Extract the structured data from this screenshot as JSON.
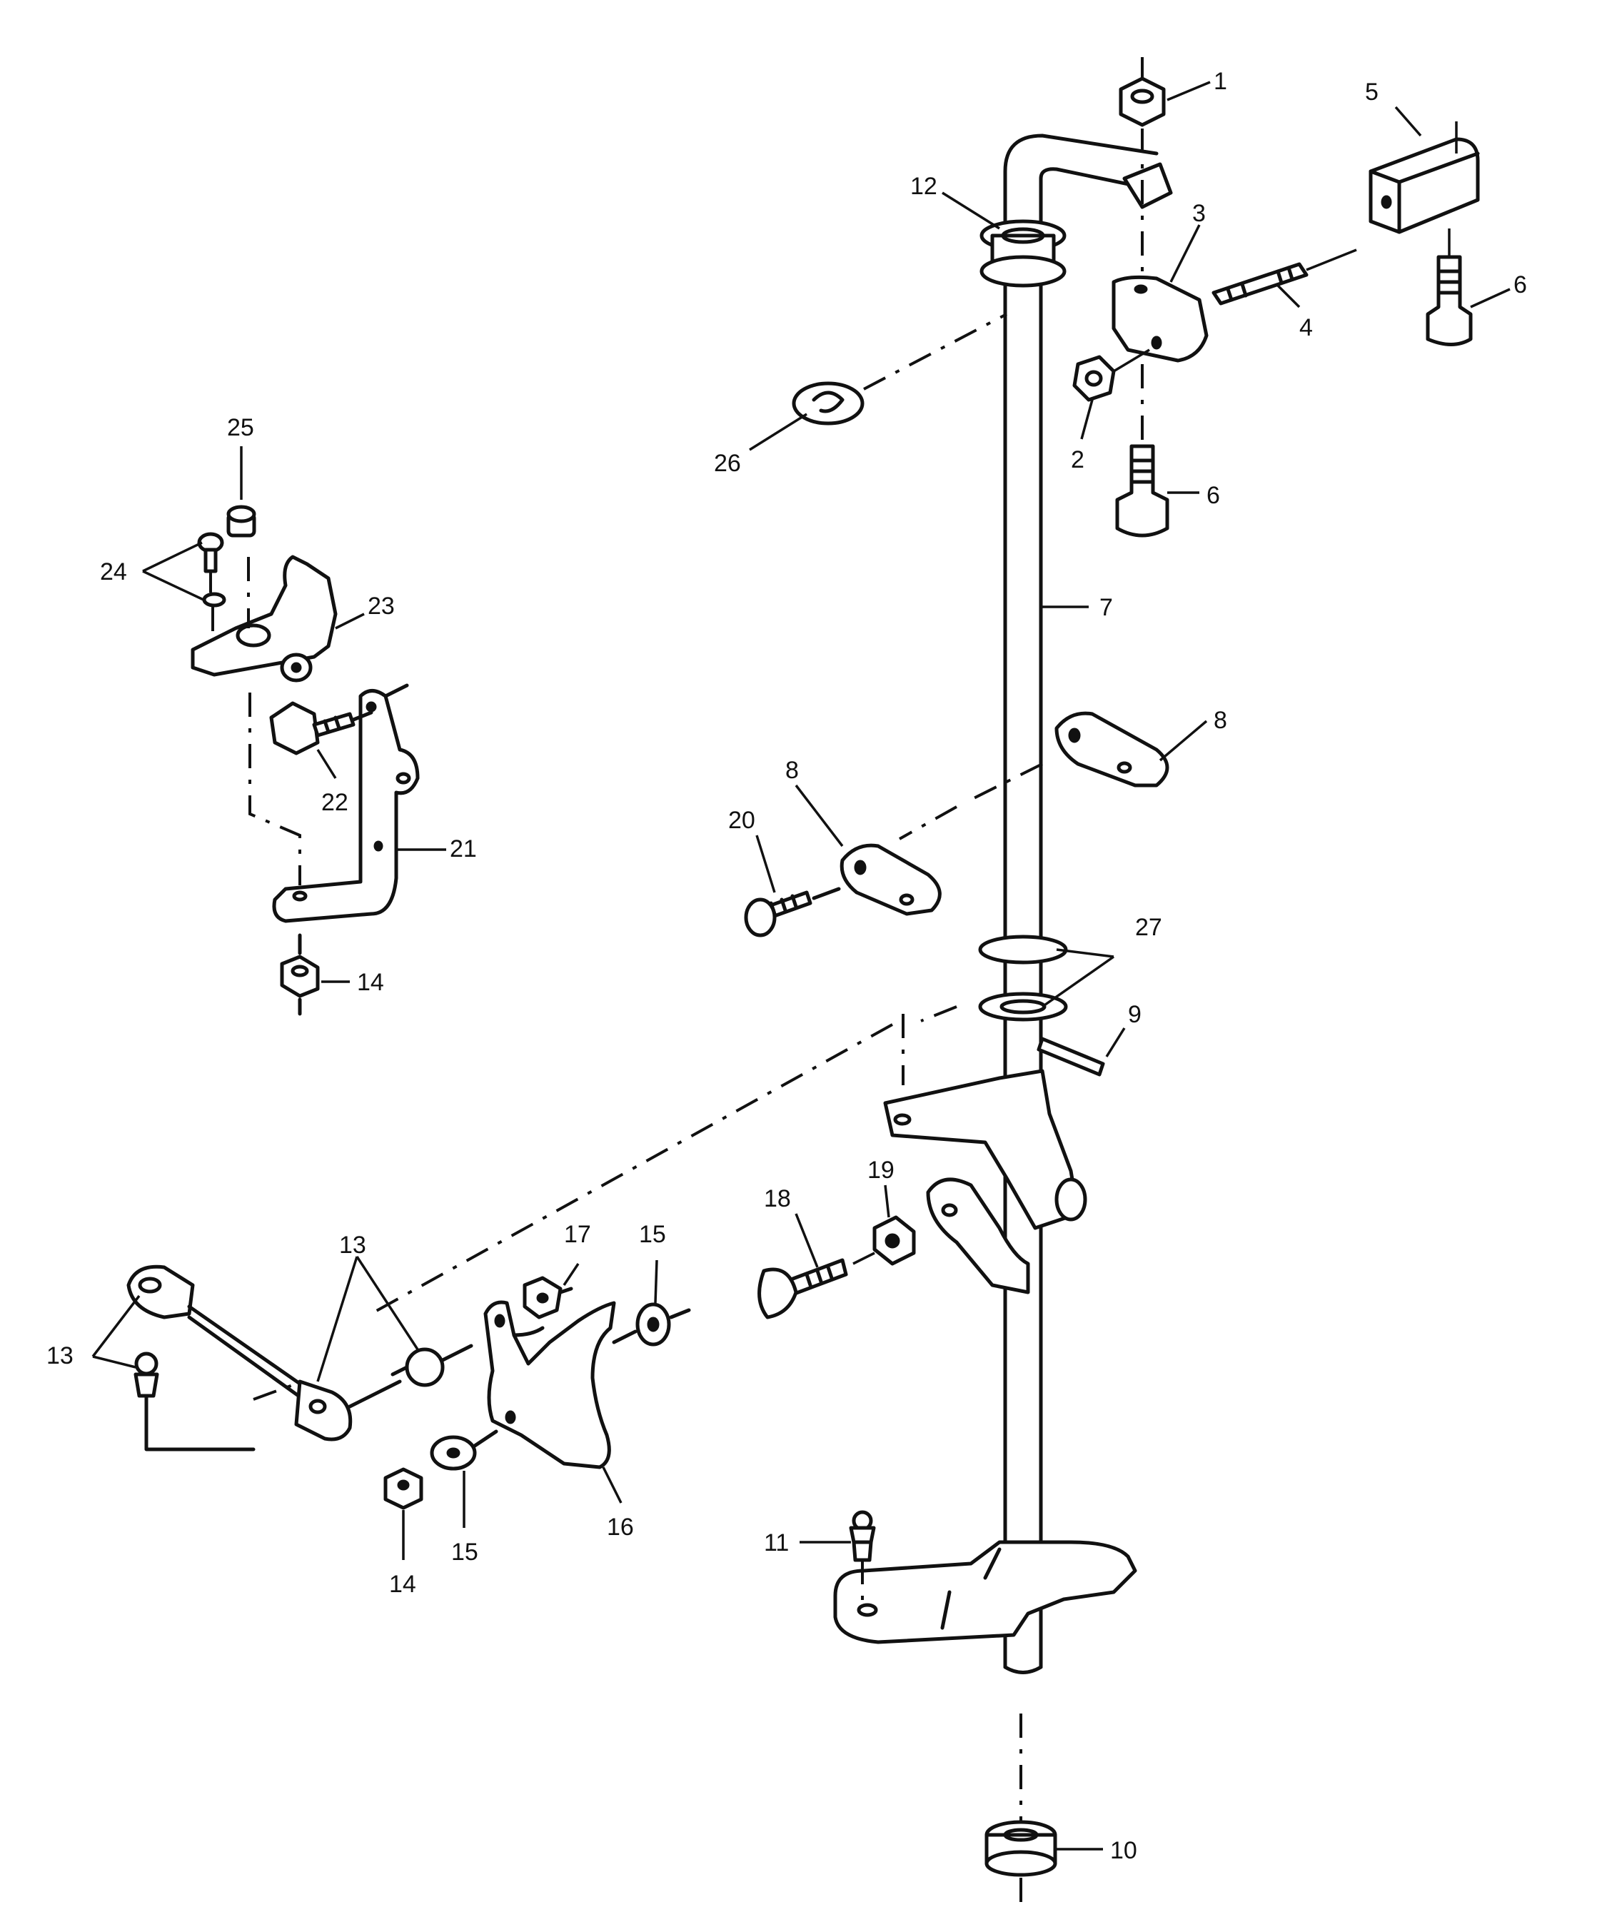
{
  "diagram": {
    "callouts": [
      {
        "id": "c1",
        "label": "1"
      },
      {
        "id": "c5",
        "label": "5"
      },
      {
        "id": "c12",
        "label": "12"
      },
      {
        "id": "c3",
        "label": "3"
      },
      {
        "id": "c6a",
        "label": "6"
      },
      {
        "id": "c4",
        "label": "4"
      },
      {
        "id": "c26",
        "label": "26"
      },
      {
        "id": "c2",
        "label": "2"
      },
      {
        "id": "c6b",
        "label": "6"
      },
      {
        "id": "c25",
        "label": "25"
      },
      {
        "id": "c24",
        "label": "24"
      },
      {
        "id": "c23",
        "label": "23"
      },
      {
        "id": "c7",
        "label": "7"
      },
      {
        "id": "c8a",
        "label": "8"
      },
      {
        "id": "c8b",
        "label": "8"
      },
      {
        "id": "c22",
        "label": "22"
      },
      {
        "id": "c21",
        "label": "21"
      },
      {
        "id": "c20",
        "label": "20"
      },
      {
        "id": "c14a",
        "label": "14"
      },
      {
        "id": "c27",
        "label": "27"
      },
      {
        "id": "c9",
        "label": "9"
      },
      {
        "id": "c19",
        "label": "19"
      },
      {
        "id": "c18",
        "label": "18"
      },
      {
        "id": "c13a",
        "label": "13"
      },
      {
        "id": "c17",
        "label": "17"
      },
      {
        "id": "c15a",
        "label": "15"
      },
      {
        "id": "c13b",
        "label": "13"
      },
      {
        "id": "c16",
        "label": "16"
      },
      {
        "id": "c15b",
        "label": "15"
      },
      {
        "id": "c14b",
        "label": "14"
      },
      {
        "id": "c11",
        "label": "11"
      },
      {
        "id": "c10",
        "label": "10"
      }
    ]
  }
}
